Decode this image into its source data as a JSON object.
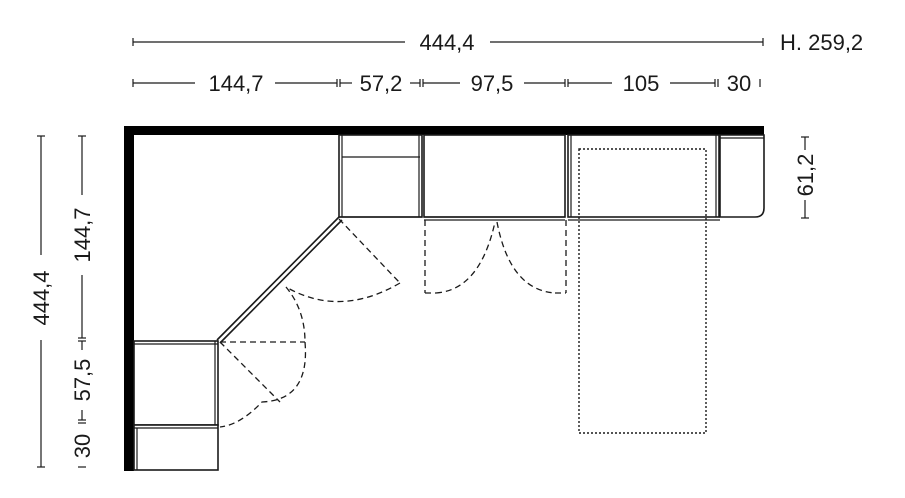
{
  "drawing": {
    "type": "kitchen-floor-plan",
    "line_color": "#1a1a1a",
    "wall_color": "#000000",
    "background": "#ffffff"
  },
  "dimensions": {
    "overall_width": "444,4",
    "height": "H. 259,2",
    "top_segments": [
      "144,7",
      "57,2",
      "97,5",
      "105",
      "30"
    ],
    "right_depth": "61,2",
    "left_overall": "444,4",
    "left_segments": [
      "144,7",
      "57,5",
      "30"
    ]
  }
}
